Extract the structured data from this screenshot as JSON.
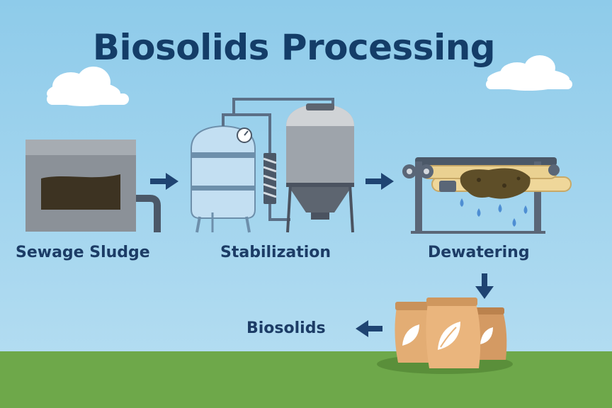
{
  "title": "Biosolids Processing",
  "steps": {
    "sludge": "Sewage Sludge",
    "stabilization": "Stabilization",
    "dewatering": "Dewatering",
    "biosolids": "Biosolids"
  },
  "colors": {
    "title": "#143d68",
    "arrow": "#1f4472",
    "sky": "#a9d6ee",
    "ground": "#6ea84a"
  },
  "icons": [
    "cloud-icon",
    "sludge-tank-icon",
    "digester-tank-icon",
    "silo-icon",
    "pressure-gauge-icon",
    "belt-press-icon",
    "water-drop-icon",
    "fertilizer-bag-icon",
    "leaf-icon",
    "arrow-right-icon",
    "arrow-down-icon",
    "arrow-left-icon"
  ]
}
